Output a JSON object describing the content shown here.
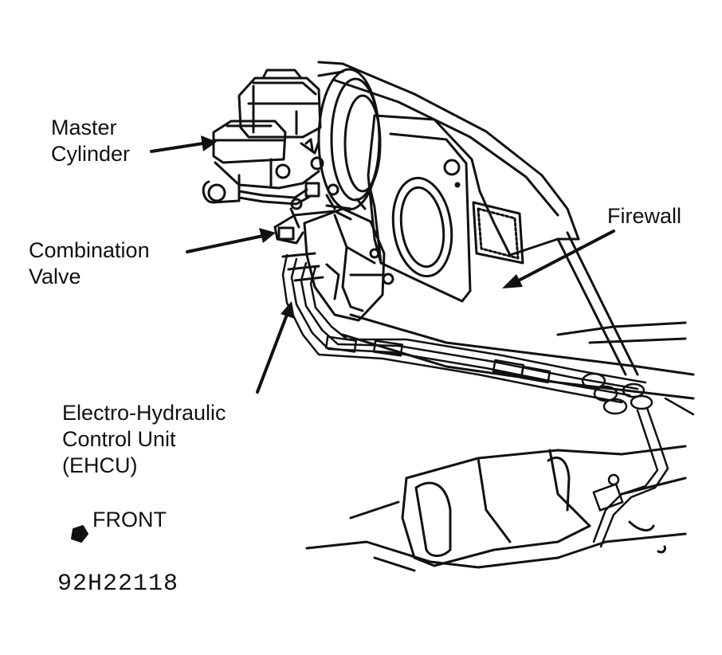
{
  "labels": {
    "master_cylinder": [
      "Master",
      "Cylinder"
    ],
    "combination_valve": [
      "Combination",
      "Valve"
    ],
    "firewall": "Firewall",
    "ehcu": [
      "Electro-Hydraulic",
      "Control Unit",
      "(EHCU)"
    ],
    "front": "FRONT"
  },
  "figure_code": "92H22118",
  "colors": {
    "ink": "#111111",
    "paper": "#ffffff"
  }
}
